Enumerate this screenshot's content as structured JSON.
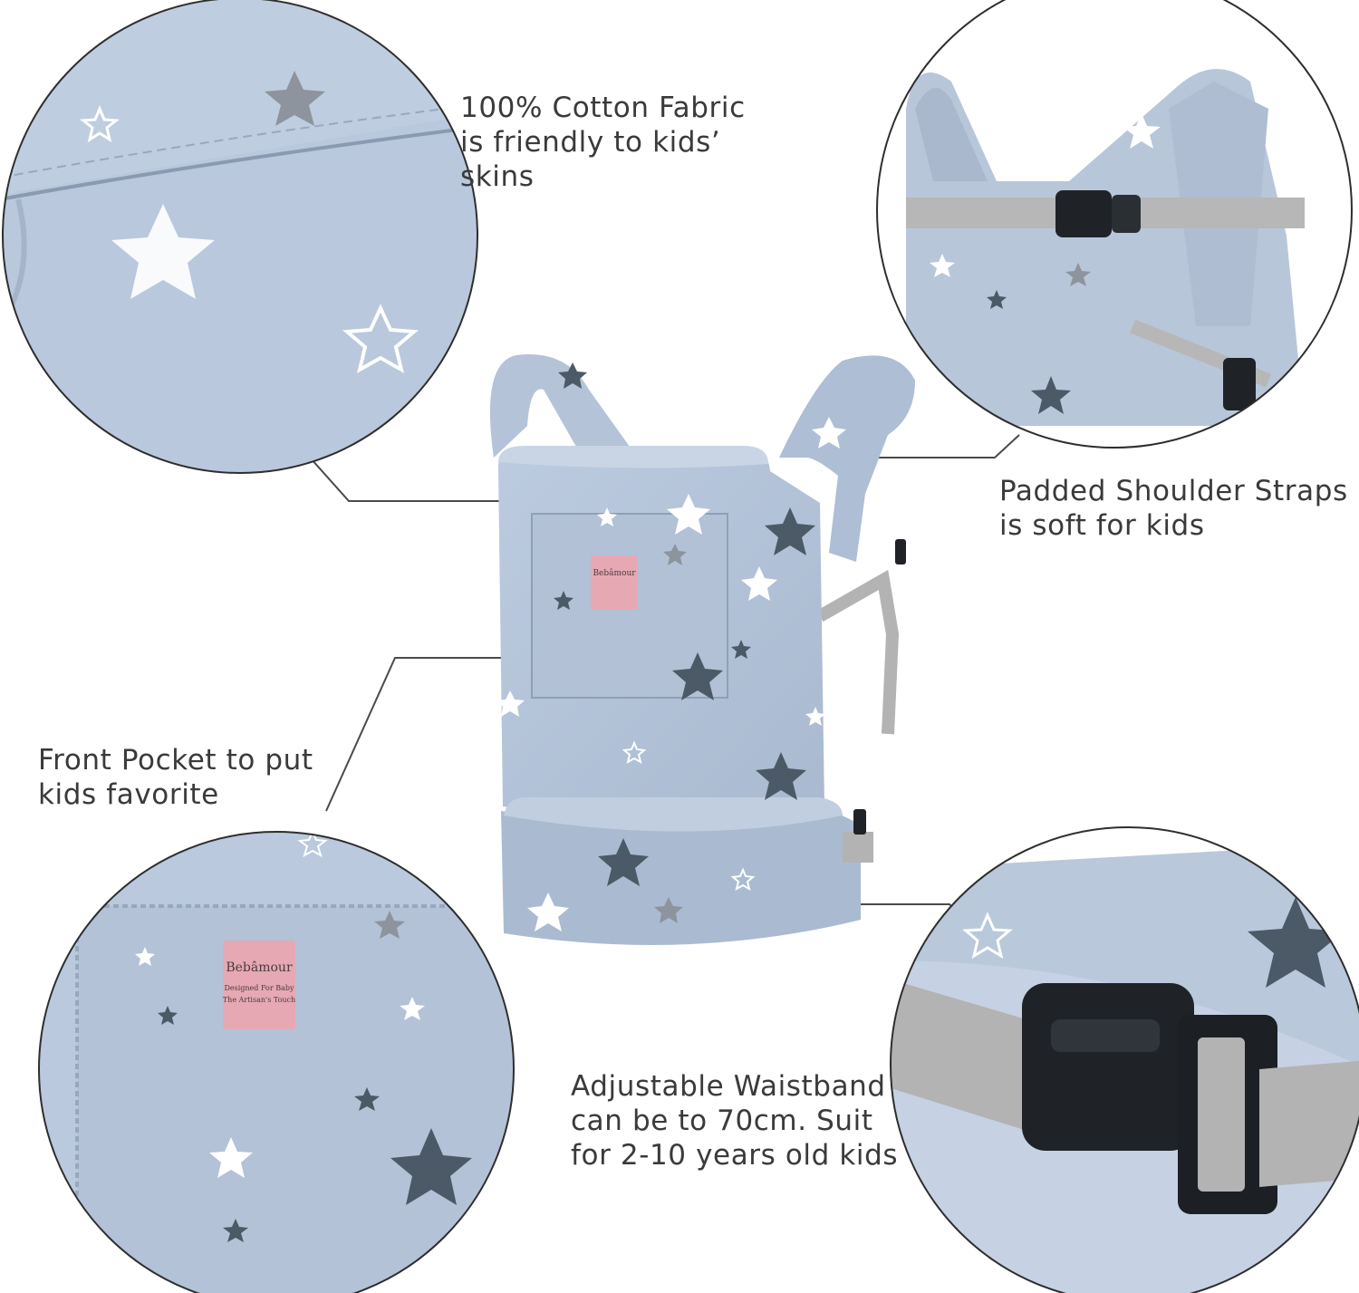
{
  "colors": {
    "fabric": "#b4c3d8",
    "fabric_light": "#c3d0e1",
    "fabric_shadow": "#9eafc6",
    "star_dark": "#4c5966",
    "star_gray": "#8d949d",
    "star_white": "#ffffff",
    "webbing": "#b3b3b3",
    "buckle": "#1f2327",
    "label_pink": "#e6a9b3",
    "callout_line": "#4a4a4a",
    "circle_border": "#2e2e2e",
    "text": "#3a3a3a"
  },
  "product": {
    "brand_label": "Bebâmour",
    "label_line1": "Designed For Baby",
    "label_line2": "The Artisan's Touch"
  },
  "callouts": {
    "fabric": {
      "lines": [
        "100% Cotton Fabric",
        "is friendly to kids’",
        "skins"
      ]
    },
    "straps": {
      "lines": [
        "Padded Shoulder Straps",
        "is soft for kids"
      ]
    },
    "pocket": {
      "lines": [
        "Front Pocket to put",
        "kids favorite"
      ]
    },
    "waistband": {
      "lines": [
        "Adjustable Waistband",
        "can be to 70cm. Suit",
        "for 2-10 years old kids"
      ]
    }
  },
  "icons": {
    "fabric_detail": "cotton-fabric-closeup",
    "straps_detail": "shoulder-strap-buckle-closeup",
    "pocket_detail": "front-pocket-closeup",
    "waist_detail": "waistband-buckle-closeup"
  }
}
